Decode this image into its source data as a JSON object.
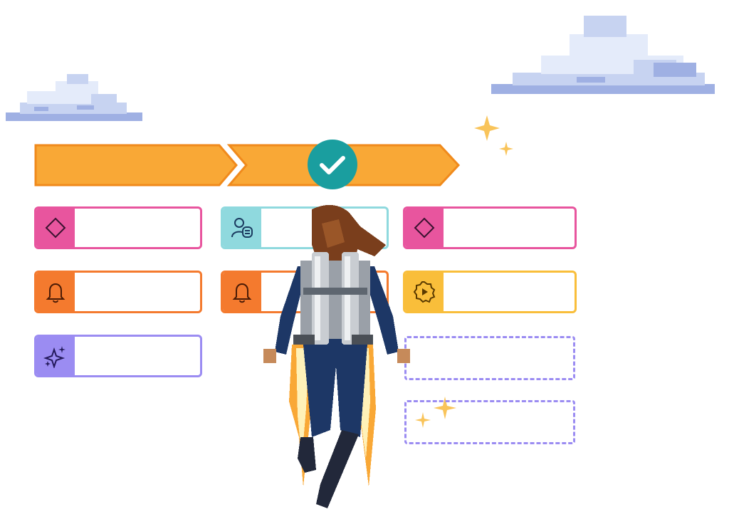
{
  "colors": {
    "orange_bar": "#F9A836",
    "orange_bar_edge": "#F08A1C",
    "teal_check": "#1A9E9F",
    "pink": "#E8559E",
    "orange": "#F47A2E",
    "yellow": "#F9BE3A",
    "cyan": "#8FD9DE",
    "violet": "#9B8CF2",
    "dashed": "#9B8CF2",
    "cloud_light": "#E4EBFA",
    "cloud_mid": "#C7D3F1",
    "cloud_dark": "#9FB0E3",
    "sparkle": "#F9C45A"
  },
  "icons": {
    "check": "check-icon",
    "diamond": "diamond-icon",
    "user_list": "user-list-icon",
    "bell": "bell-icon",
    "play_badge": "play-badge-icon",
    "sparkles": "sparkles-icon",
    "jetpack_figure": "jetpack-person-icon",
    "cloud": "cloud-icon",
    "sparkle": "sparkle-icon"
  },
  "cards": [
    {
      "id": "c1",
      "icon": "diamond-icon",
      "color": "#E8559E"
    },
    {
      "id": "c2",
      "icon": "user-list-icon",
      "color": "#8FD9DE"
    },
    {
      "id": "c3",
      "icon": "diamond-icon",
      "color": "#E8559E"
    },
    {
      "id": "c4",
      "icon": "bell-icon",
      "color": "#F47A2E"
    },
    {
      "id": "c5",
      "icon": "bell-icon",
      "color": "#F47A2E"
    },
    {
      "id": "c6",
      "icon": "play-badge-icon",
      "color": "#F9BE3A"
    },
    {
      "id": "c7",
      "icon": "sparkles-icon",
      "color": "#9B8CF2"
    }
  ]
}
